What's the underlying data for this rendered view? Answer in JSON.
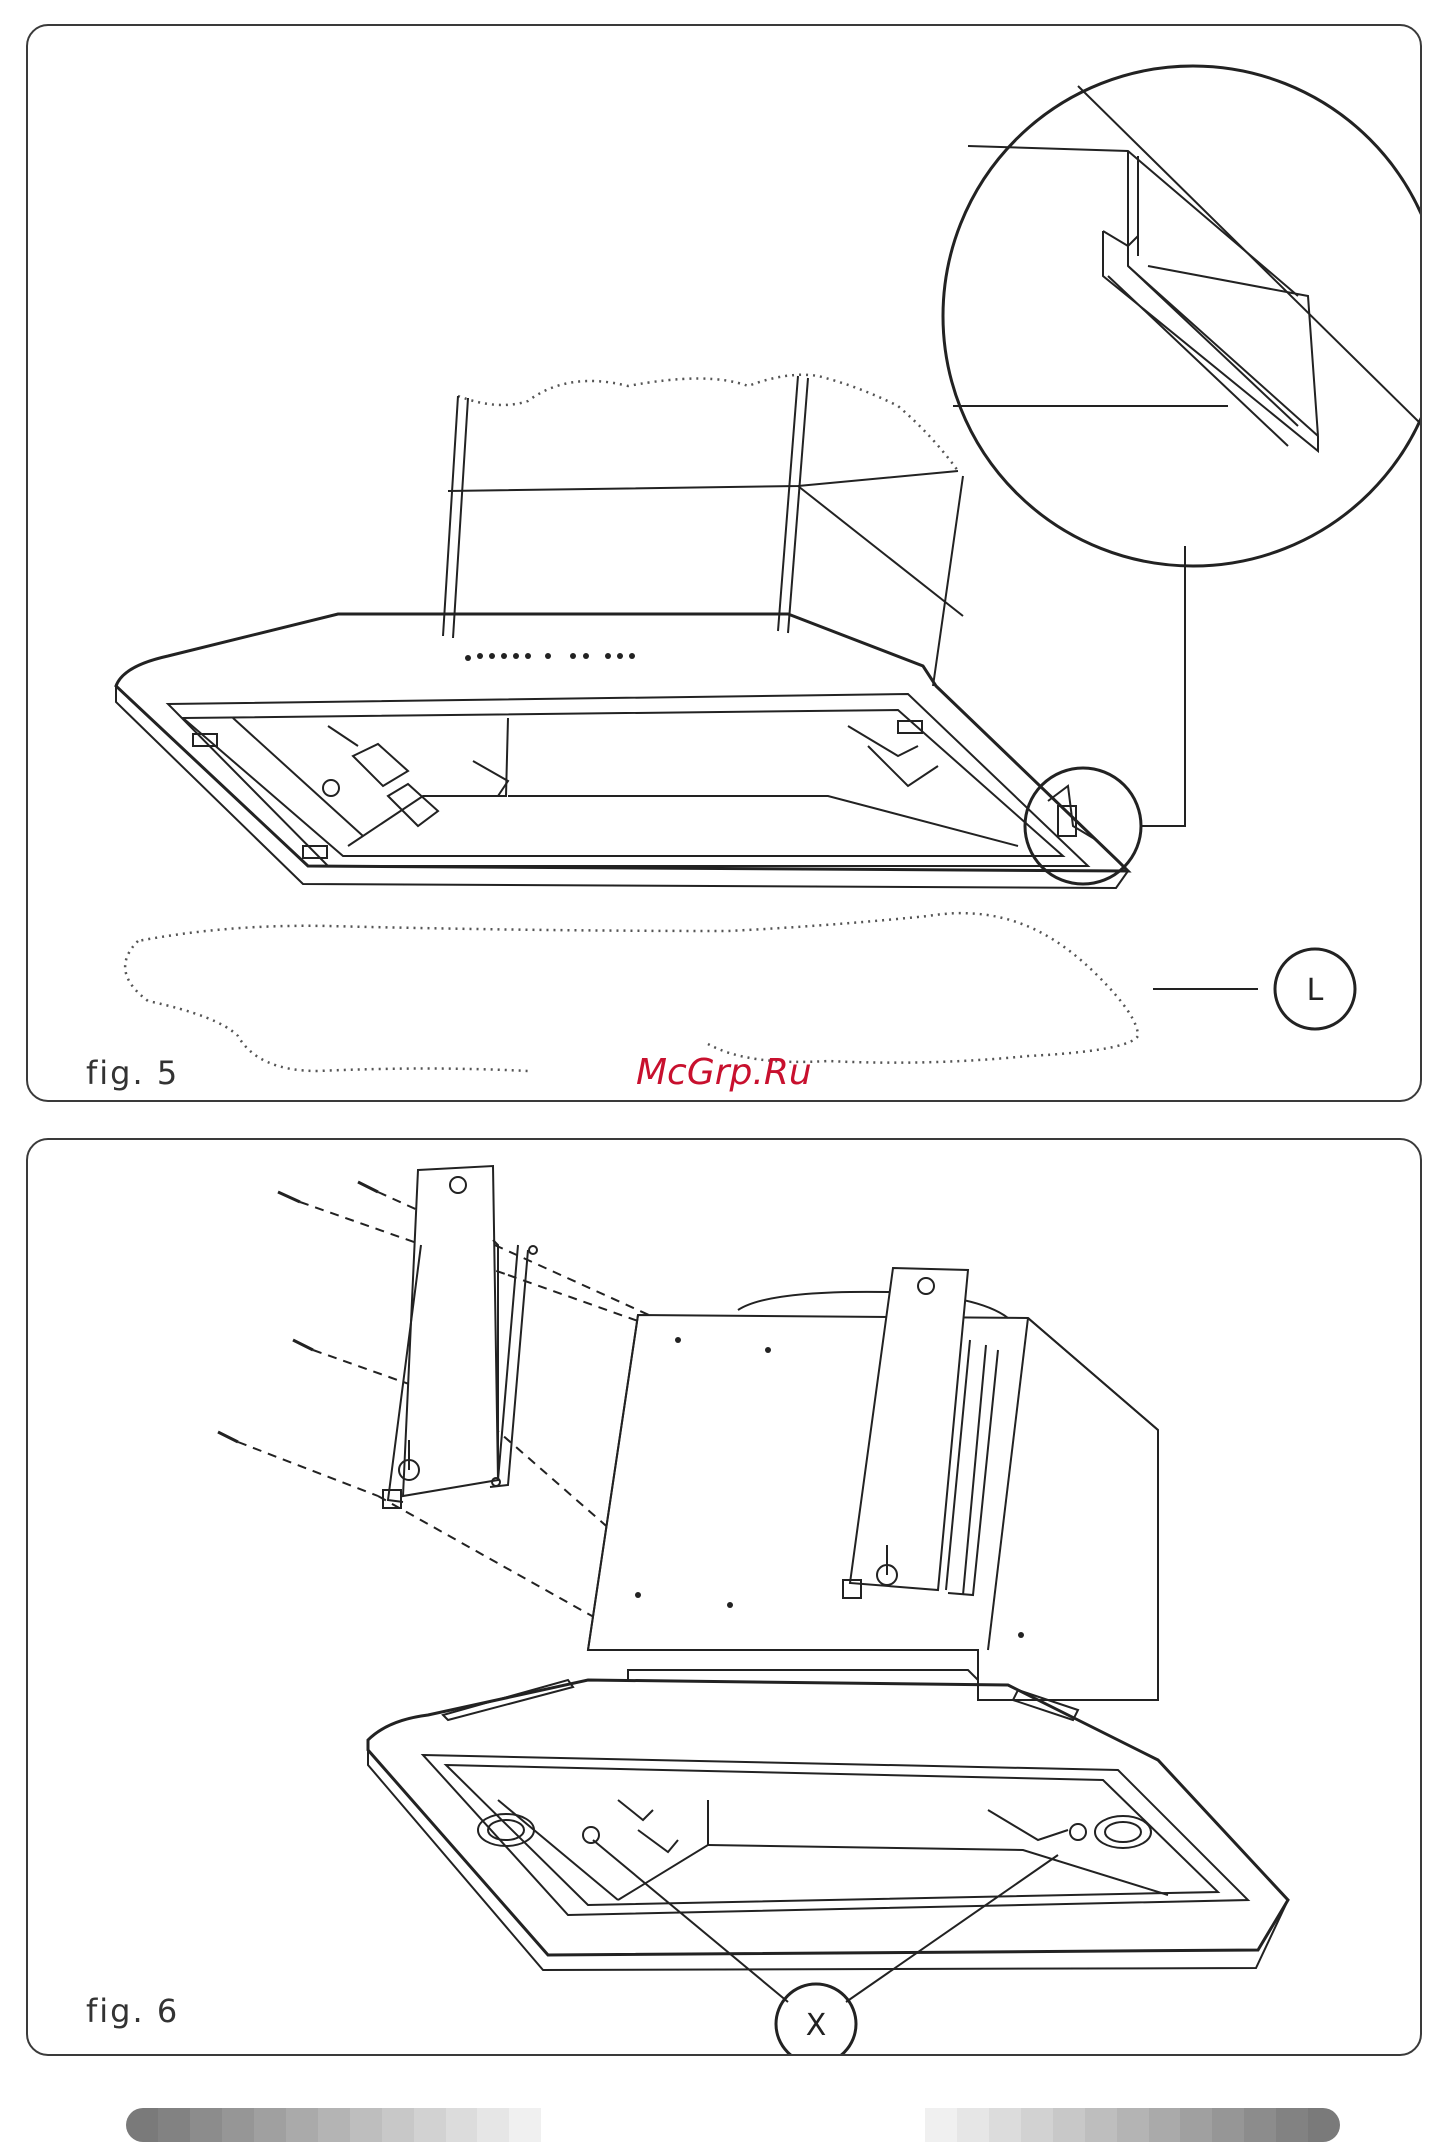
{
  "figures": [
    {
      "label": "fig. 5",
      "callout": "L"
    },
    {
      "label": "fig. 6",
      "callout": "X"
    }
  ],
  "watermark": "McGrp.Ru",
  "footer_colors": [
    "#7a7a7a",
    "#828282",
    "#8c8c8c",
    "#969696",
    "#a0a0a0",
    "#aaaaaa",
    "#b4b4b4",
    "#bebebe",
    "#c8c8c8",
    "#d2d2d2",
    "#dcdcdc",
    "#e6e6e6",
    "#f0f0f0",
    "#ffffff",
    "#ffffff",
    "#ffffff",
    "#ffffff",
    "#ffffff",
    "#ffffff",
    "#ffffff",
    "#ffffff",
    "#ffffff",
    "#ffffff",
    "#ffffff",
    "#ffffff",
    "#f0f0f0",
    "#e6e6e6",
    "#dcdcdc",
    "#d2d2d2",
    "#c8c8c8",
    "#bebebe",
    "#b4b4b4",
    "#aaaaaa",
    "#a0a0a0",
    "#969696",
    "#8c8c8c",
    "#828282",
    "#7a7a7a"
  ]
}
